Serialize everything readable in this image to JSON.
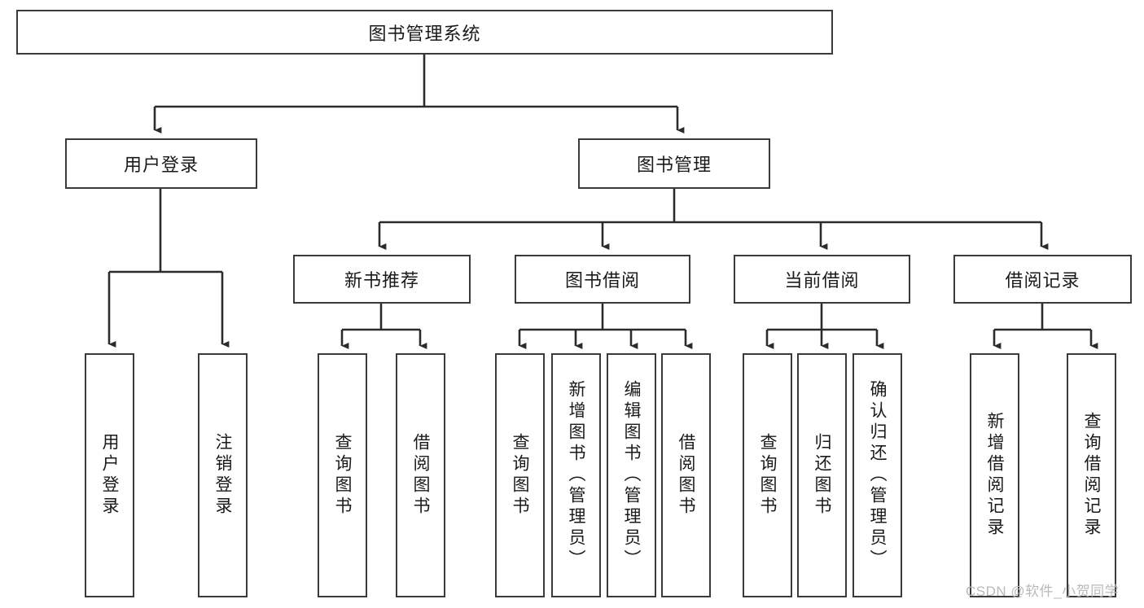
{
  "diagram": {
    "type": "tree-hierarchy-chart",
    "title": "图书管理系统",
    "watermark": "CSDN @软件_小贺同学",
    "colors": {
      "box_border": "#3a3a3a",
      "box_fill": "#ffffff",
      "connector": "#2b2b2b",
      "text": "#1a1a1a",
      "watermark": "#b9b9b9",
      "background": "#ffffff"
    },
    "root": {
      "label": "图书管理系统"
    },
    "level2": [
      {
        "id": "user-login",
        "label": "用户登录"
      },
      {
        "id": "book-management",
        "label": "图书管理"
      }
    ],
    "level3": [
      {
        "id": "new-book-recommend",
        "label": "新书推荐"
      },
      {
        "id": "book-borrow",
        "label": "图书借阅"
      },
      {
        "id": "current-borrow",
        "label": "当前借阅"
      },
      {
        "id": "borrow-record",
        "label": "借阅记录"
      }
    ],
    "leaves": {
      "user_login": [
        {
          "id": "leaf-user-login",
          "label": "用户登录"
        },
        {
          "id": "leaf-logout-login",
          "label": "注销登录"
        }
      ],
      "new_book_recommend": [
        {
          "id": "leaf-query-book-1",
          "label": "查询图书"
        },
        {
          "id": "leaf-borrow-book-1",
          "label": "借阅图书"
        }
      ],
      "book_borrow": [
        {
          "id": "leaf-query-book-2",
          "label": "查询图书"
        },
        {
          "id": "leaf-add-book",
          "label": "新增图书（管理员）"
        },
        {
          "id": "leaf-edit-book",
          "label": "编辑图书（管理员）"
        },
        {
          "id": "leaf-borrow-book-2",
          "label": "借阅图书"
        }
      ],
      "current_borrow": [
        {
          "id": "leaf-query-book-3",
          "label": "查询图书"
        },
        {
          "id": "leaf-return-book",
          "label": "归还图书"
        },
        {
          "id": "leaf-confirm-return",
          "label": "确认归还（管理员）"
        }
      ],
      "borrow_record": [
        {
          "id": "leaf-add-record",
          "label": "新增借阅记录"
        },
        {
          "id": "leaf-query-record",
          "label": "查询借阅记录"
        }
      ]
    }
  }
}
